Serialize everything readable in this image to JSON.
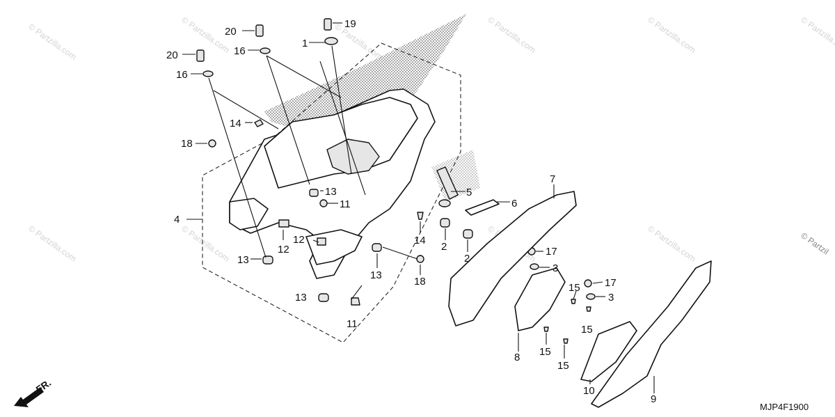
{
  "diagram": {
    "code": "MJP4F1900",
    "direction_label": "FR.",
    "watermark": "© Partzilla.com",
    "watermark_right": "© Partzil",
    "callouts": [
      {
        "id": "c1",
        "text": "1"
      },
      {
        "id": "c2a",
        "text": "2"
      },
      {
        "id": "c2b",
        "text": "2"
      },
      {
        "id": "c3a",
        "text": "3"
      },
      {
        "id": "c3b",
        "text": "3"
      },
      {
        "id": "c4",
        "text": "4"
      },
      {
        "id": "c5",
        "text": "5"
      },
      {
        "id": "c6",
        "text": "6"
      },
      {
        "id": "c7",
        "text": "7"
      },
      {
        "id": "c8",
        "text": "8"
      },
      {
        "id": "c9",
        "text": "9"
      },
      {
        "id": "c10",
        "text": "10"
      },
      {
        "id": "c11a",
        "text": "11"
      },
      {
        "id": "c11b",
        "text": "11"
      },
      {
        "id": "c12a",
        "text": "12"
      },
      {
        "id": "c12b",
        "text": "12"
      },
      {
        "id": "c13a",
        "text": "13"
      },
      {
        "id": "c13b",
        "text": "13"
      },
      {
        "id": "c13c",
        "text": "13"
      },
      {
        "id": "c13d",
        "text": "13"
      },
      {
        "id": "c14a",
        "text": "14"
      },
      {
        "id": "c14b",
        "text": "14"
      },
      {
        "id": "c15a",
        "text": "15"
      },
      {
        "id": "c15b",
        "text": "15"
      },
      {
        "id": "c15c",
        "text": "15"
      },
      {
        "id": "c15d",
        "text": "15"
      },
      {
        "id": "c16a",
        "text": "16"
      },
      {
        "id": "c16b",
        "text": "16"
      },
      {
        "id": "c17a",
        "text": "17"
      },
      {
        "id": "c17b",
        "text": "17"
      },
      {
        "id": "c18a",
        "text": "18"
      },
      {
        "id": "c18b",
        "text": "18"
      },
      {
        "id": "c19",
        "text": "19"
      },
      {
        "id": "c20a",
        "text": "20"
      },
      {
        "id": "c20b",
        "text": "20"
      }
    ]
  }
}
